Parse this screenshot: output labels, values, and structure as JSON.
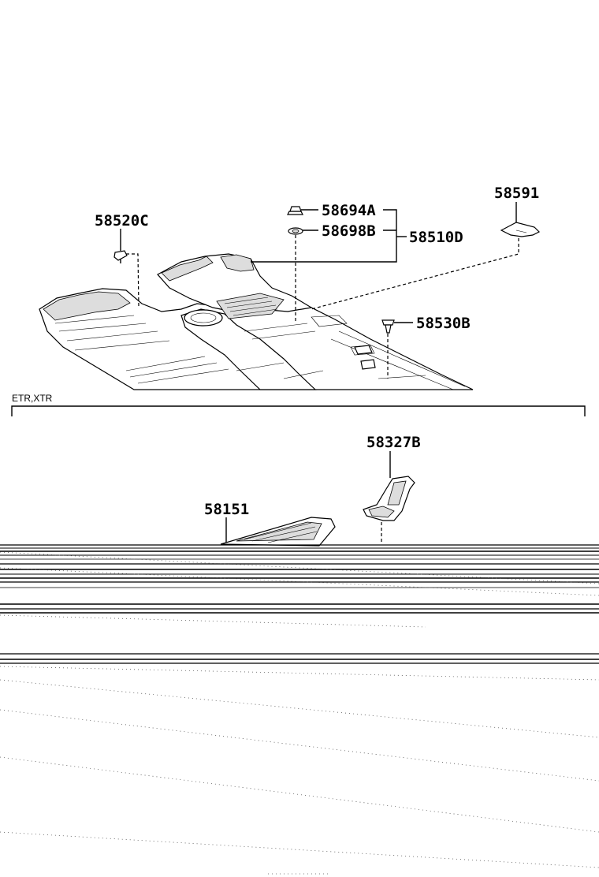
{
  "diagram": {
    "callouts": {
      "p58520c": "58520C",
      "p58694a": "58694A",
      "p58698b": "58698B",
      "p58510d": "58510D",
      "p58591": "58591",
      "p58530b": "58530B",
      "p58327b": "58327B",
      "p58151": "58151"
    },
    "section_label": "ETR,XTR"
  }
}
